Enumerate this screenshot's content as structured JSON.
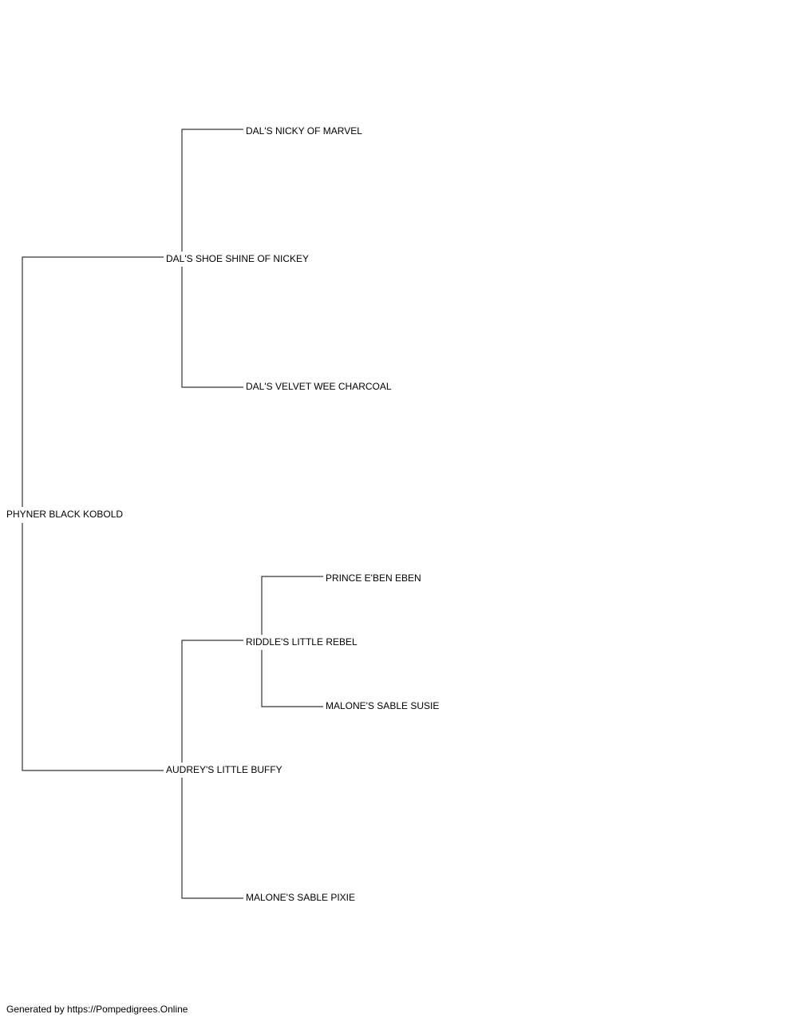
{
  "pedigree": {
    "subject": "PHYNER BLACK KOBOLD",
    "sire": {
      "name": "DAL'S SHOE SHINE OF NICKEY",
      "sire": {
        "name": "DAL'S NICKY OF MARVEL"
      },
      "dam": {
        "name": "DAL'S VELVET WEE CHARCOAL"
      }
    },
    "dam": {
      "name": "AUDREY'S LITTLE BUFFY",
      "sire": {
        "name": "RIDDLE'S LITTLE REBEL",
        "sire": {
          "name": "PRINCE E'BEN EBEN"
        },
        "dam": {
          "name": "MALONE'S SABLE SUSIE"
        }
      },
      "dam": {
        "name": "MALONE'S SABLE PIXIE"
      }
    }
  },
  "footer": "Generated by https://Pompedigrees.Online",
  "colors": {
    "line": "#333333",
    "text": "#000000",
    "background": "#ffffff"
  }
}
